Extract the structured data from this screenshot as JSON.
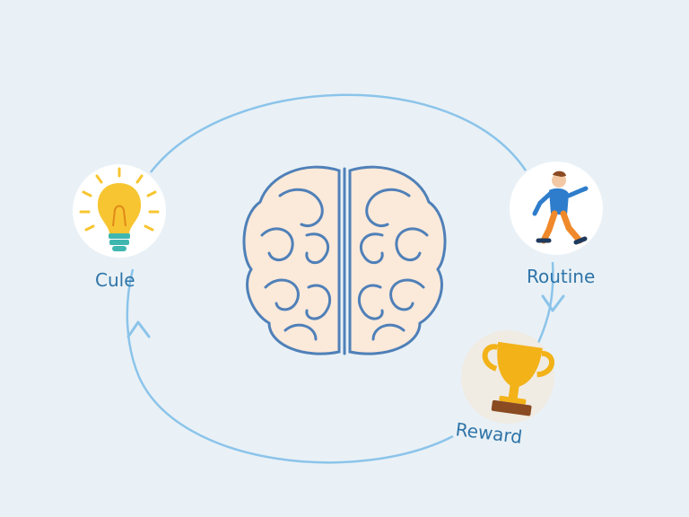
{
  "colors": {
    "background": "#e9f1f6",
    "loop": "#8cc4ea",
    "label": "#2f74a8",
    "brain_fill": "#fbe9da",
    "brain_line": "#4f80b8",
    "bulb": "#f7c531",
    "bulb_base": "#3fb7b0",
    "trophy": "#f2b218",
    "trophy_base": "#8a4a22",
    "person_shirt": "#2e7dcc",
    "person_pants": "#f0892a"
  },
  "icons": {
    "center": "brain-icon",
    "cue": "lightbulb-icon",
    "routine": "walking-person-icon",
    "reward": "trophy-icon"
  },
  "nodes": {
    "cue": {
      "label": "Cule"
    },
    "routine": {
      "label": "Routine"
    },
    "reward": {
      "label": "Reward"
    }
  }
}
